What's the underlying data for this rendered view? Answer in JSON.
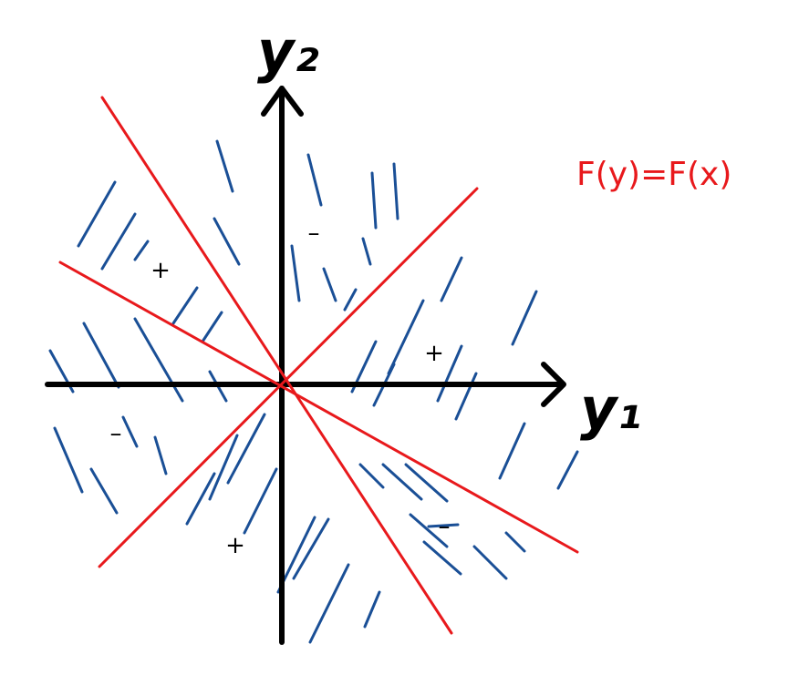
{
  "axes": {
    "y_axis_label": "y₂",
    "x_axis_label": "y₁"
  },
  "annotation": {
    "equation": "F(y)=F(x)"
  },
  "regions": {
    "upper_left_sign": "+",
    "upper_middle_sign": "–",
    "right_sign": "+",
    "left_sign": "–",
    "lower_left_sign": "+",
    "lower_right_sign": "–"
  },
  "colors": {
    "axis": "#000000",
    "boundary_lines": "#e8191c",
    "hatching": "#1a4f96"
  }
}
